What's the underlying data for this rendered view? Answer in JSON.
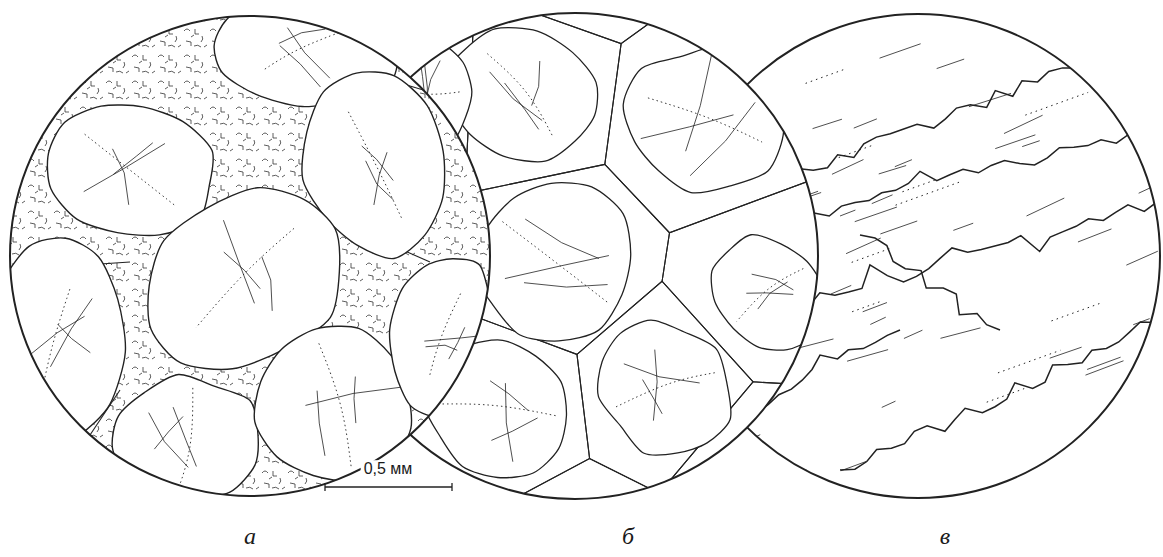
{
  "diagram": {
    "labels": [
      "0,5 мм",
      "а",
      "б",
      "в"
    ]
  }
}
